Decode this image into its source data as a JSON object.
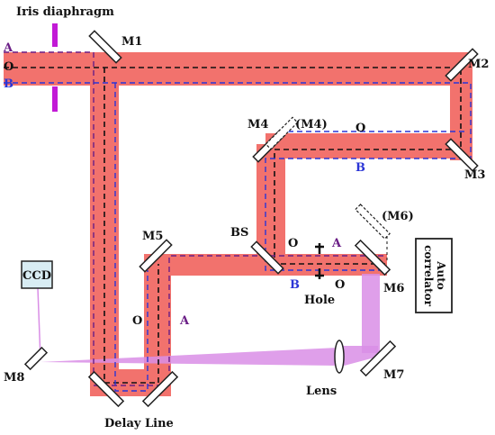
{
  "colors": {
    "beam": "#f2726d",
    "beam_edge": "#d63a36",
    "violet": "#d98ee6",
    "iris": "#c21ad6",
    "path_o": "#111111",
    "path_b": "#2b35d6",
    "label_a": "#6a1e86",
    "mirror_fill": "#ffffff",
    "mirror_stroke": "#222222",
    "ccd_fill": "#d8ecf3"
  },
  "labels": {
    "iris": "Iris diaphragm",
    "a1": "A",
    "o1": "O",
    "b1": "B",
    "m1": "M1",
    "m2": "M2",
    "m3": "M3",
    "m4": "M4",
    "m4p": "(M4)",
    "o2": "O",
    "b2": "B",
    "m5": "M5",
    "bs": "BS",
    "o3": "O",
    "a3": "A",
    "b3": "B",
    "o4": "O",
    "hole": "Hole",
    "m6": "M6",
    "m6p": "(M6)",
    "o5": "O",
    "a5": "A",
    "m7": "M7",
    "lens": "Lens",
    "m8": "M8",
    "delay": "Delay Line",
    "ccd": "CCD",
    "auto1": "Auto",
    "auto2": "correlator"
  },
  "icons": {
    "mirror": "mirror-icon",
    "lens": "lens-icon",
    "iris": "iris-icon",
    "hole": "hole-icon",
    "ccd": "ccd-icon",
    "autocorrelator": "autocorrelator-icon"
  }
}
